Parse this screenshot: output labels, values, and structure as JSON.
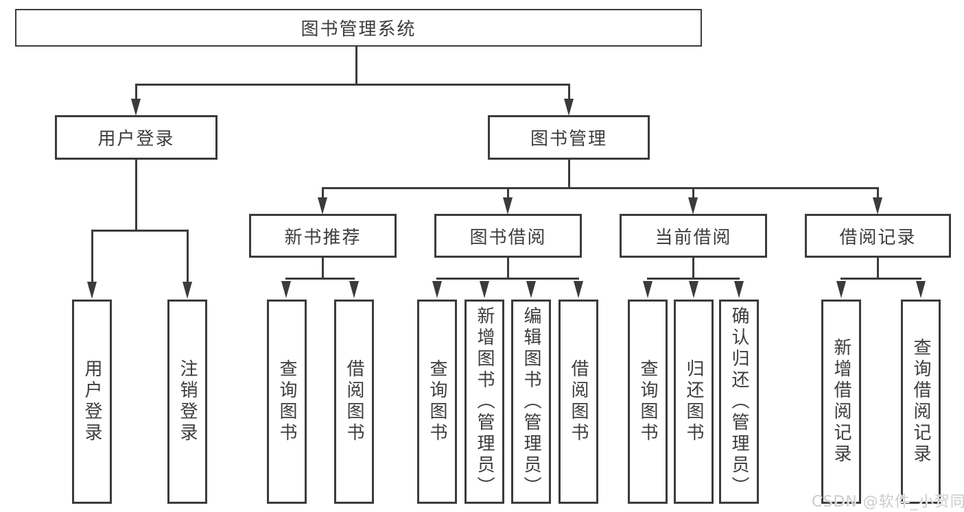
{
  "nodes": {
    "root": "图书管理系统",
    "user_login": "用户登录",
    "book_management": "图书管理",
    "new_book_recommendation": "新书推荐",
    "book_borrowing": "图书借阅",
    "current_borrowing": "当前借阅",
    "borrowing_records": "借阅记录",
    "leaves_user": [
      "用户登录",
      "注销登录"
    ],
    "leaves_new_book": [
      "查询图书",
      "借阅图书"
    ],
    "leaves_borrowing": [
      "查询图书",
      "新增图书（管理员）",
      "编辑图书（管理员）",
      "借阅图书"
    ],
    "leaves_current": [
      "查询图书",
      "归还图书",
      "确认归还（管理员）"
    ],
    "leaves_records": [
      "新增借阅记录",
      "查询借阅记录"
    ]
  },
  "watermark": "CSDN @软件_小贺同学",
  "colors": {
    "line": "#3b3b3b",
    "text": "#3d3d3d",
    "watermark": "#cccccc",
    "background": "#ffffff"
  }
}
